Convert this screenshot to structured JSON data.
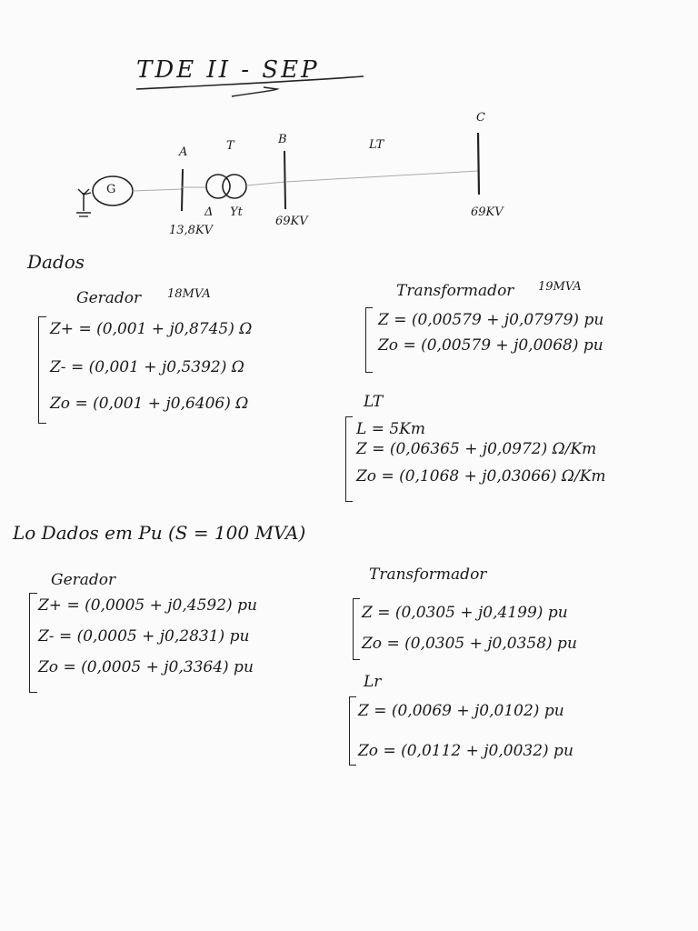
{
  "title": "TDE II - SEP",
  "diagram": {
    "generator_symbol": "G",
    "bus_a": "A",
    "transformer": "T",
    "bus_b": "B",
    "line": "LT",
    "bus_c": "C",
    "trafo_conn_delta": "Δ",
    "trafo_conn_wye": "Yt",
    "voltage_a": "13,8KV",
    "voltage_b": "69KV",
    "voltage_c": "69KV"
  },
  "dados": {
    "heading": "Dados",
    "gerador": {
      "label": "Gerador",
      "rating": "18MVA",
      "z_pos": "Z+ = (0,001 + j0,8745) Ω",
      "z_neg": "Z- = (0,001 + j0,5392) Ω",
      "z_zero": "Zo = (0,001 + j0,6406) Ω"
    },
    "transformador": {
      "label": "Transformador",
      "rating": "19MVA",
      "z": "Z = (0,00579 + j0,07979) pu",
      "z_zero": "Zo = (0,00579 + j0,0068) pu"
    },
    "lt": {
      "label": "LT",
      "length": "L = 5Km",
      "z": "Z = (0,06365 + j0,0972) Ω/Km",
      "z_zero": "Zo = (0,1068 + j0,03066) Ω/Km"
    }
  },
  "pu": {
    "heading": "Lo Dados em Pu (S = 100 MVA)",
    "gerador": {
      "label": "Gerador",
      "z_pos": "Z+ = (0,0005 + j0,4592) pu",
      "z_neg": "Z- = (0,0005 + j0,2831) pu",
      "z_zero": "Zo = (0,0005 + j0,3364) pu"
    },
    "transformador": {
      "label": "Transformador",
      "z": "Z = (0,0305 + j0,4199) pu",
      "z_zero": "Zo = (0,0305 + j0,0358) pu"
    },
    "lt": {
      "label": "Lr",
      "z": "Z = (0,0069 + j0,0102) pu",
      "z_zero": "Zo = (0,0112 + j0,0032) pu"
    }
  }
}
